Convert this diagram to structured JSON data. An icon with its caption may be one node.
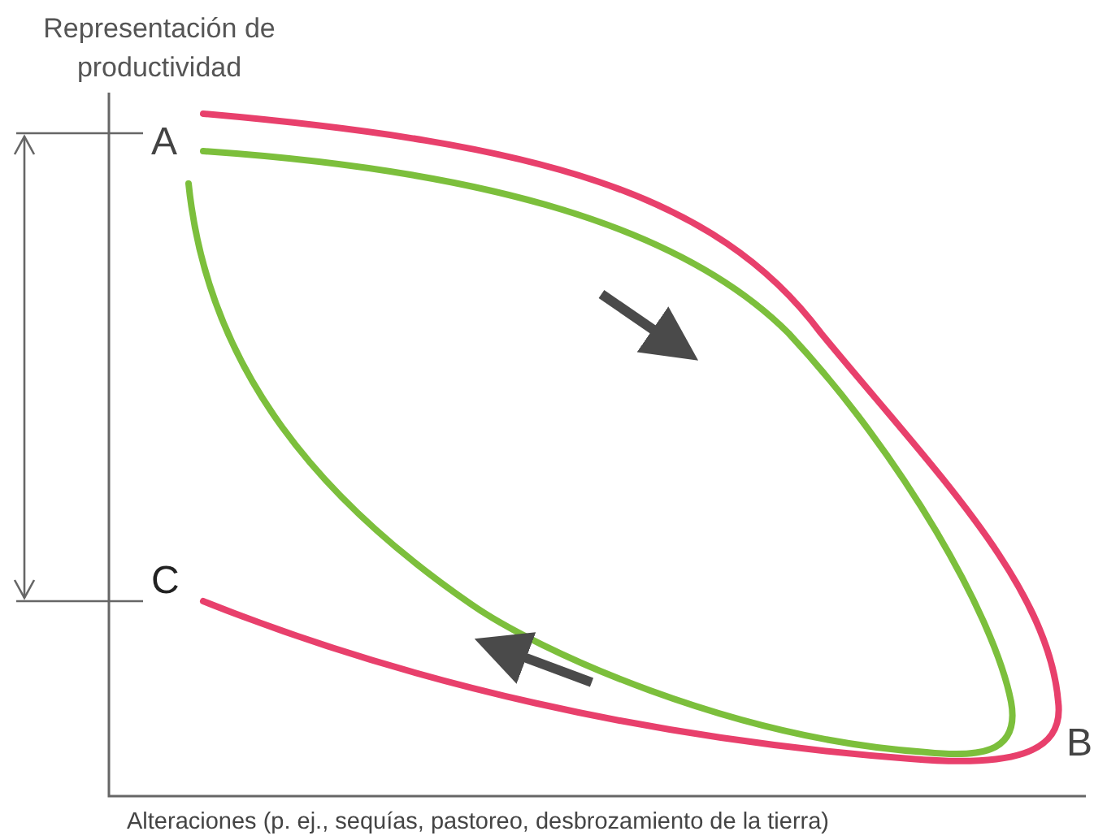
{
  "diagram": {
    "labels": [
      "Representación de productividad",
      "A",
      "C",
      "B",
      "Alteraciones (p. ej., sequías, pastoreo, desbrozamiento de la tierra)"
    ]
  }
}
